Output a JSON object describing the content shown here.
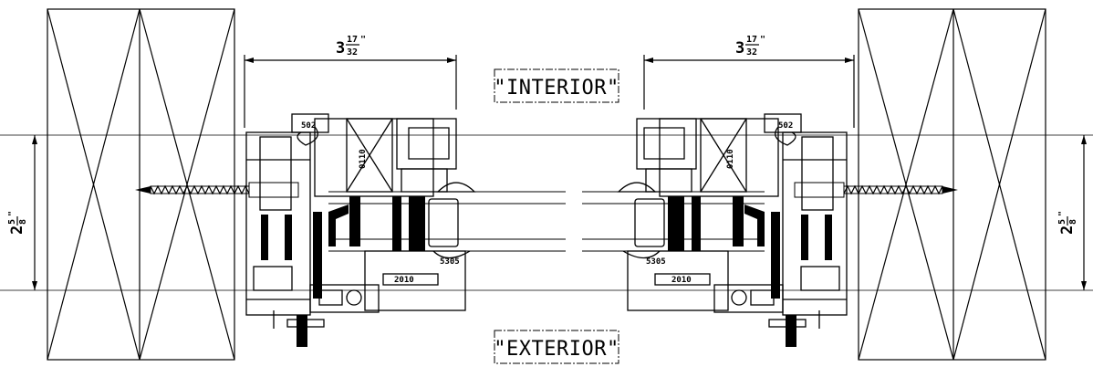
{
  "labels": {
    "interior": "\"INTERIOR\"",
    "exterior": "\"EXTERIOR\""
  },
  "dimensions": {
    "width_left": {
      "whole": "3",
      "num": "17",
      "den": "32",
      "unit": "\""
    },
    "width_right": {
      "whole": "3",
      "num": "17",
      "den": "32",
      "unit": "\""
    },
    "height_left": {
      "whole": "2",
      "num": "5",
      "den": "8",
      "unit": "\""
    },
    "height_right": {
      "whole": "2",
      "num": "5",
      "den": "8",
      "unit": "\""
    }
  },
  "parts": {
    "left": [
      "502",
      "0110",
      "2010",
      "5305"
    ],
    "right": [
      "502",
      "0110",
      "2010",
      "5305"
    ]
  },
  "colors": {
    "line": "#000000",
    "background": "#ffffff",
    "seal": "#000000"
  }
}
